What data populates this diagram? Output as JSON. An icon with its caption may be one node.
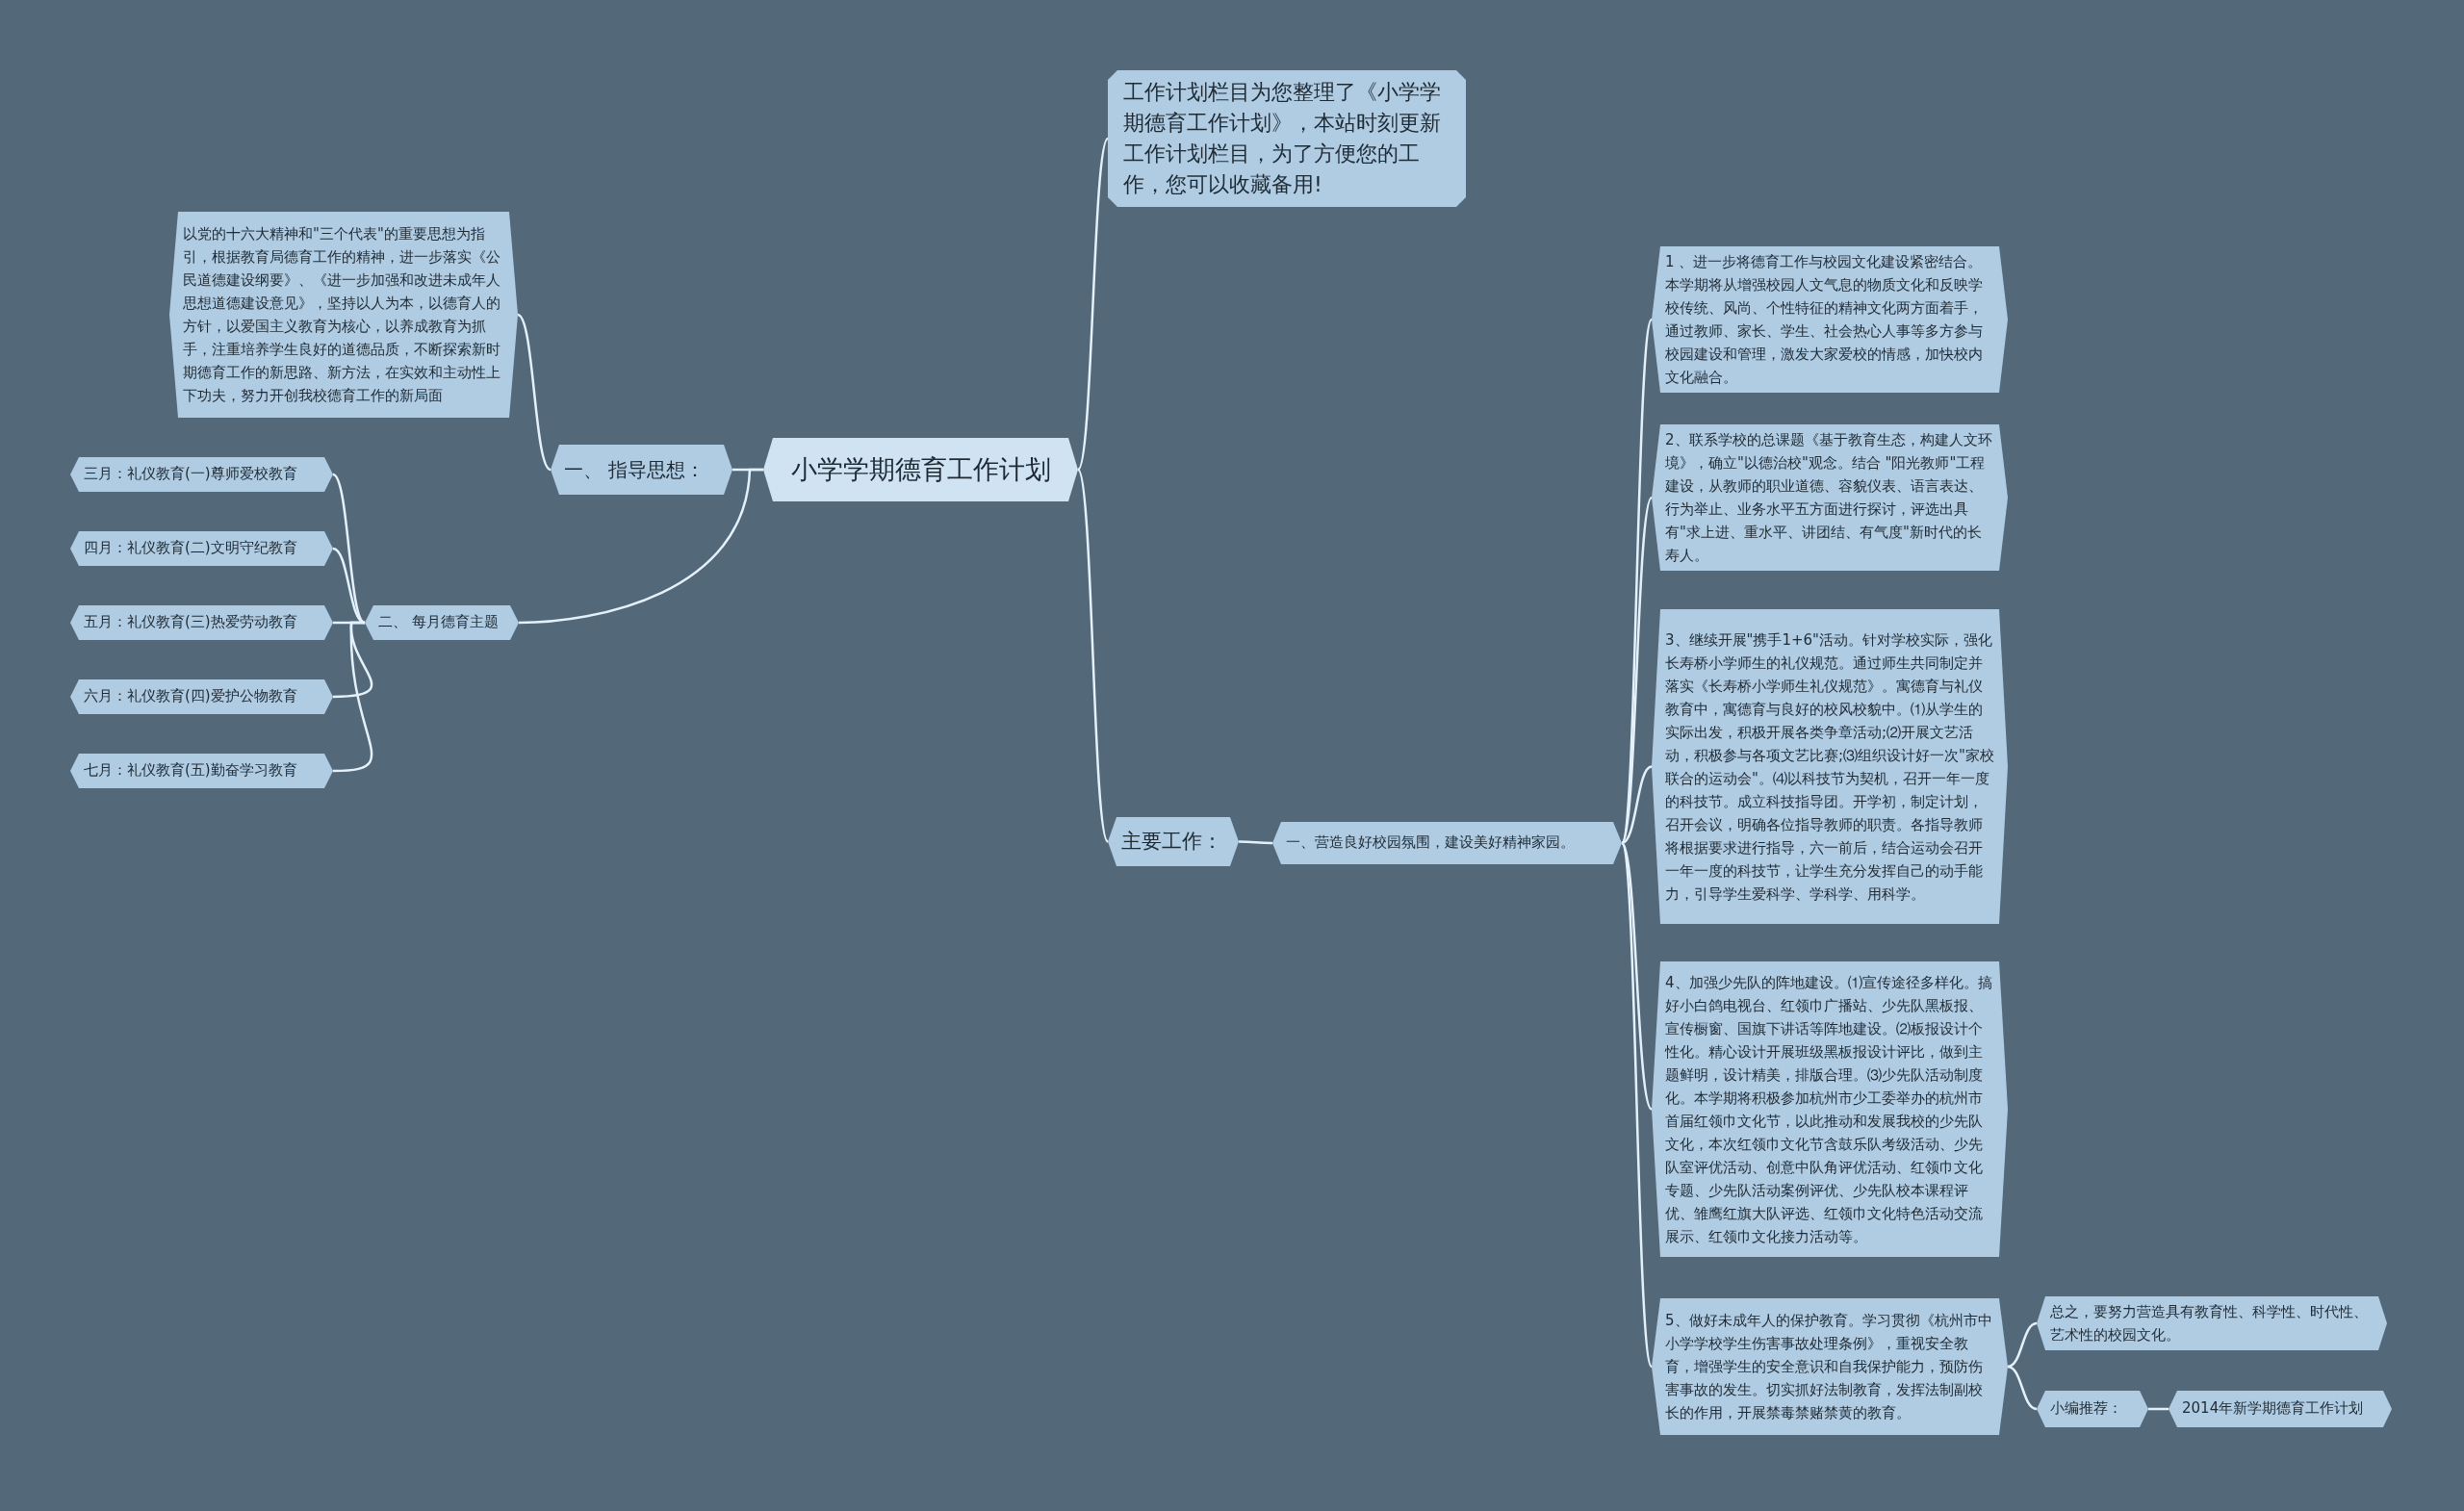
{
  "diagram": {
    "nodes": [
      {
        "text": [
          "小学学期德育工作计划"
        ]
      },
      {
        "text": [
          "工作计划栏目为您整理了《小学学期德育工作计划》，本站时刻更新工作计划栏目，为了方便您的工作，您可以收藏备用!"
        ]
      },
      {
        "text": [
          "主要工作："
        ]
      },
      {
        "text": [
          "一、营造良好校园氛围，建设美好精神家园。"
        ]
      },
      {
        "text": [
          "1 、进一步将德育工作与校园文化建设紧密结合。本学期将从增强校园人文气息的物质文化和反映学校传统、风尚、个性特征的精神文化两方面着手，通过教师、家长、学生、社会热心人事等多方参与校园建设和管理，激发大家爱校的情感，加快校内文化融合。"
        ]
      },
      {
        "text": [
          "2、联系学校的总课题《基于教育生态，构建人文环境》，确立\"以德治校\"观念。结合 \"阳光教师\"工程建设，从教师的职业道德、容貌仪表、语言表达、行为举止、业务水平五方面进行探讨，评选出具有\"求上进、重水平、讲团结、有气度\"新时代的长寿人。"
        ]
      },
      {
        "text": [
          "3、继续开展\"携手1+6\"活动。针对学校实际，强化长寿桥小学师生的礼仪规范。通过师生共同制定并落实《长寿桥小学师生礼仪规范》。寓德育与礼仪教育中，寓德育与良好的校风校貌中。⑴从学生的实际出发，积极开展各类争章活动;⑵开展文艺活动，积极参与各项文艺比赛;⑶组织设计好一次\"家校联合的运动会\"。⑷以科技节为契机，召开一年一度的科技节。成立科技指导团。开学初，制定计划，召开会议，明确各位指导教师的职责。各指导教师将根据要求进行指导，六一前后，结合运动会召开一年一度的科技节，让学生充分发挥自己的动手能力，引导学生爱科学、学科学、用科学。"
        ]
      },
      {
        "text": [
          "4、加强少先队的阵地建设。⑴宣传途径多样化。搞好小白鸽电视台、红领巾广播站、少先队黑板报、宣传橱窗、国旗下讲话等阵地建设。⑵板报设计个性化。精心设计开展班级黑板报设计评比，做到主题鲜明，设计精美，排版合理。⑶少先队活动制度化。本学期将积极参加杭州市少工委举办的杭州市首届红领巾文化节，以此推动和发展我校的少先队文化，本次红领巾文化节含鼓乐队考级活动、少先队室评优活动、创意中队角评优活动、红领巾文化专题、少先队活动案例评优、少先队校本课程评优、雏鹰红旗大队评选、红领巾文化特色活动交流展示、红领巾文化接力活动等。"
        ]
      },
      {
        "text": [
          "5、做好未成年人的保护教育。学习贯彻《杭州市中小学学校学生伤害事故处理条例》，重视安全教育，增强学生的安全意识和自我保护能力，预防伤害事故的发生。切实抓好法制教育，发挥法制副校长的作用，开展禁毒禁赌禁黄的教育。"
        ]
      },
      {
        "text": [
          "总之，要努力营造具有教育性、科学性、时代性、艺术性的校园文化。"
        ]
      },
      {
        "text": [
          "小编推荐："
        ]
      },
      {
        "text": [
          "2014年新学期德育工作计划"
        ]
      },
      {
        "text": [
          "一、 指导思想："
        ]
      },
      {
        "text": [
          "二、 每月德育主题"
        ]
      },
      {
        "text": [
          "以党的十六大精神和\"三个代表\"的重要思想为指引，根据教育局德育工作的精神，进一步落实《公民道德建设纲要》、《进一步加强和改进未成年人思想道德建设意见》，坚持以人为本，以德育人的方针，以爱国主义教育为核心，以养成教育为抓手，注重培养学生良好的道德品质，不断探索新时期德育工作的新思路、新方法，在实效和主动性上下功夫，努力开创我校德育工作的新局面"
        ]
      },
      {
        "text": [
          "三月：礼仪教育(一)尊师爱校教育"
        ]
      },
      {
        "text": [
          "四月：礼仪教育(二)文明守纪教育"
        ]
      },
      {
        "text": [
          "五月：礼仪教育(三)热爱劳动教育"
        ]
      },
      {
        "text": [
          "六月：礼仪教育(四)爱护公物教育"
        ]
      },
      {
        "text": [
          "七月：礼仪教育(五)勤奋学习教育"
        ]
      }
    ],
    "edges": [
      {
        "from": 0,
        "to": 1,
        "arrow": "none"
      },
      {
        "from": 0,
        "to": 2,
        "arrow": "none"
      },
      {
        "from": 2,
        "to": 3,
        "arrow": "none"
      },
      {
        "from": 3,
        "to": 4,
        "arrow": "none"
      },
      {
        "from": 3,
        "to": 5,
        "arrow": "none"
      },
      {
        "from": 3,
        "to": 6,
        "arrow": "none"
      },
      {
        "from": 3,
        "to": 7,
        "arrow": "none"
      },
      {
        "from": 3,
        "to": 8,
        "arrow": "none"
      },
      {
        "from": 8,
        "to": 9,
        "arrow": "none"
      },
      {
        "from": 8,
        "to": 10,
        "arrow": "none"
      },
      {
        "from": 10,
        "to": 11,
        "arrow": "none"
      },
      {
        "from": 0,
        "to": 12,
        "arrow": "none"
      },
      {
        "from": 12,
        "to": 14,
        "arrow": "none"
      },
      {
        "from": 0,
        "to": 13,
        "arrow": "none"
      },
      {
        "from": 13,
        "to": 15,
        "arrow": "none"
      },
      {
        "from": 13,
        "to": 16,
        "arrow": "none"
      },
      {
        "from": 13,
        "to": 17,
        "arrow": "none"
      },
      {
        "from": 13,
        "to": 18,
        "arrow": "none"
      },
      {
        "from": 13,
        "to": 19,
        "arrow": "none"
      }
    ]
  }
}
